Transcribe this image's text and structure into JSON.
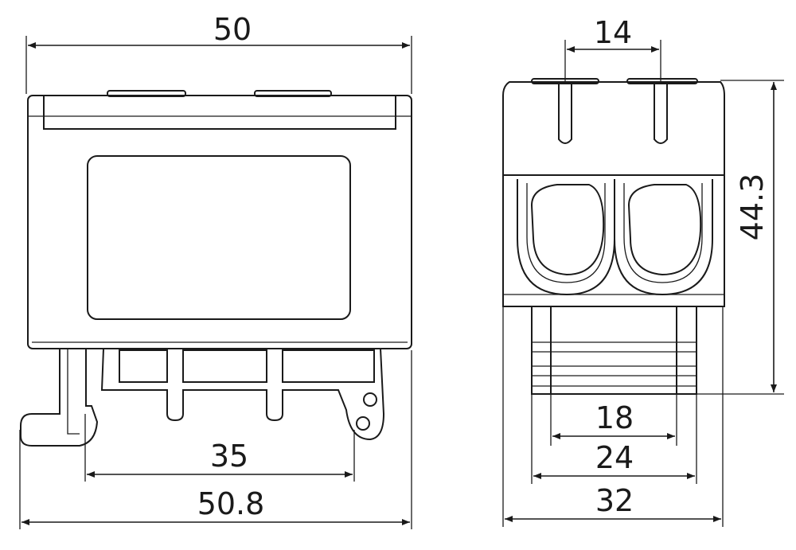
{
  "diagram": {
    "front_view": {
      "dimensions": {
        "width_top": "50",
        "rail_width": "35",
        "width_bottom": "50.8"
      }
    },
    "side_view": {
      "dimensions": {
        "pin_spacing": "14",
        "height": "44.3",
        "inner_width": "18",
        "mid_width": "24",
        "outer_width": "32"
      }
    },
    "colors": {
      "line": "#1a1a1a",
      "background": "#ffffff"
    }
  }
}
